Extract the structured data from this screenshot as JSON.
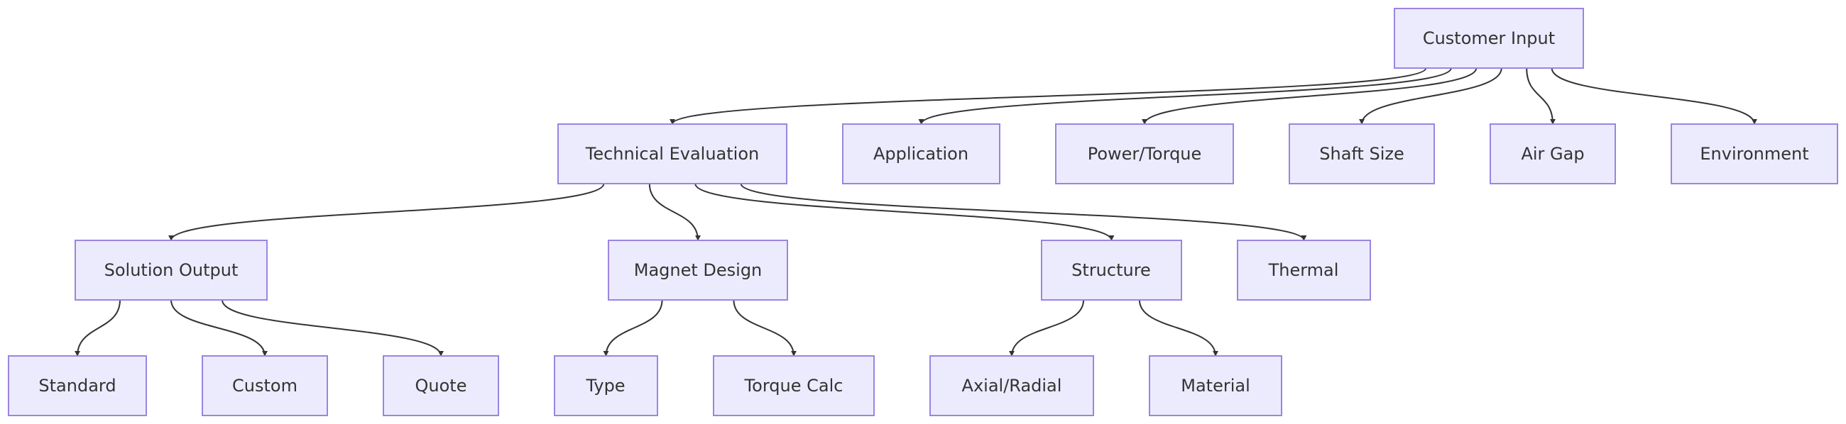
{
  "diagram": {
    "type": "flowchart",
    "colors": {
      "node_fill": "#ECEBFE",
      "node_stroke": "#9A85E0",
      "text": "#333333",
      "edge": "#333333"
    },
    "nodes": {
      "customer_input": "Customer Input",
      "technical_evaluation": "Technical Evaluation",
      "application": "Application",
      "power_torque": "Power/Torque",
      "shaft_size": "Shaft Size",
      "air_gap": "Air Gap",
      "environment": "Environment",
      "solution_output": "Solution Output",
      "magnet_design": "Magnet Design",
      "structure": "Structure",
      "thermal": "Thermal",
      "standard": "Standard",
      "custom": "Custom",
      "quote": "Quote",
      "type": "Type",
      "torque_calc": "Torque Calc",
      "axial_radial": "Axial/Radial",
      "material": "Material"
    },
    "edges": [
      [
        "customer_input",
        "technical_evaluation"
      ],
      [
        "customer_input",
        "application"
      ],
      [
        "customer_input",
        "power_torque"
      ],
      [
        "customer_input",
        "shaft_size"
      ],
      [
        "customer_input",
        "air_gap"
      ],
      [
        "customer_input",
        "environment"
      ],
      [
        "technical_evaluation",
        "solution_output"
      ],
      [
        "technical_evaluation",
        "magnet_design"
      ],
      [
        "technical_evaluation",
        "structure"
      ],
      [
        "technical_evaluation",
        "thermal"
      ],
      [
        "solution_output",
        "standard"
      ],
      [
        "solution_output",
        "custom"
      ],
      [
        "solution_output",
        "quote"
      ],
      [
        "magnet_design",
        "type"
      ],
      [
        "magnet_design",
        "torque_calc"
      ],
      [
        "structure",
        "axial_radial"
      ],
      [
        "structure",
        "material"
      ]
    ]
  }
}
